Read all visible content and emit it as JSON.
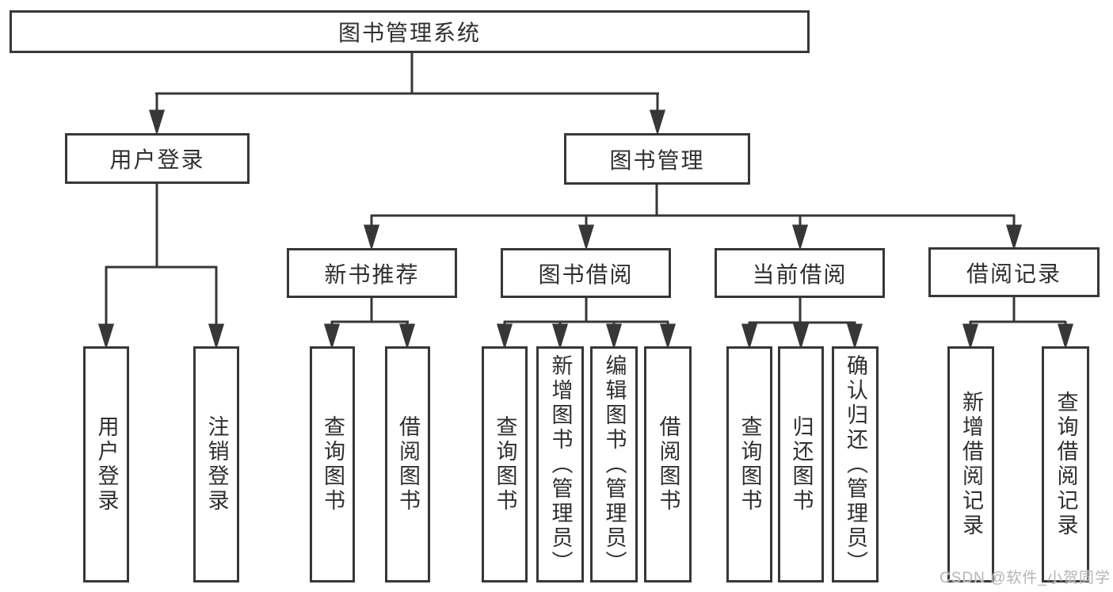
{
  "nodes": {
    "root": "图书管理系统",
    "user_login": "用户登录",
    "book_mgmt": "图书管理",
    "new_book_rec": "新书推荐",
    "book_borrow": "图书借阅",
    "current_borrow": "当前借阅",
    "borrow_record": "借阅记录",
    "ul_login": "用户登录",
    "ul_logout": "注销登录",
    "nb_query": "查询图书",
    "nb_borrow": "借阅图书",
    "bb_query": "查询图书",
    "bb_add": "新增图书（管理员）",
    "bb_edit": "编辑图书（管理员）",
    "bb_borrow": "借阅图书",
    "cb_query": "查询图书",
    "cb_return": "归还图书",
    "cb_confirm": "确认归还（管理员）",
    "br_add": "新增借阅记录",
    "br_query": "查询借阅记录"
  },
  "watermark": "CSDN @软件_小贺同学",
  "colors": {
    "line": "#373737",
    "border": "#373737",
    "text": "#2f2f2f",
    "background": "#ffffff",
    "watermark": "#b5b5b5"
  }
}
